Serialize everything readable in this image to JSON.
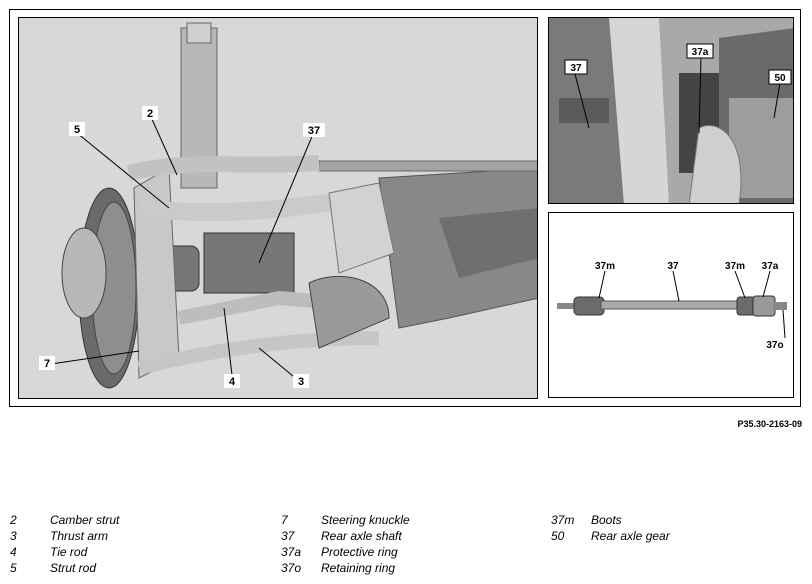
{
  "figure": {
    "reference": "P35.30-2163-09",
    "main_callouts": [
      "2",
      "5",
      "37",
      "7",
      "4",
      "3"
    ],
    "detail_top_callouts": [
      "37",
      "37a",
      "50"
    ],
    "detail_bottom_callouts": [
      "37m",
      "37",
      "37m",
      "37a",
      "37o"
    ]
  },
  "legend": {
    "col1": [
      {
        "num": "2",
        "text": "Camber strut"
      },
      {
        "num": "3",
        "text": "Thrust arm"
      },
      {
        "num": "4",
        "text": "Tie rod"
      },
      {
        "num": "5",
        "text": "Strut rod"
      }
    ],
    "col2": [
      {
        "num": "7",
        "text": "Steering knuckle"
      },
      {
        "num": "37",
        "text": "Rear axle shaft"
      },
      {
        "num": "37a",
        "text": "Protective ring"
      },
      {
        "num": "37o",
        "text": "Retaining ring"
      }
    ],
    "col3": [
      {
        "num": "37m",
        "text": "Boots"
      },
      {
        "num": "50",
        "text": "Rear axle gear"
      }
    ]
  }
}
